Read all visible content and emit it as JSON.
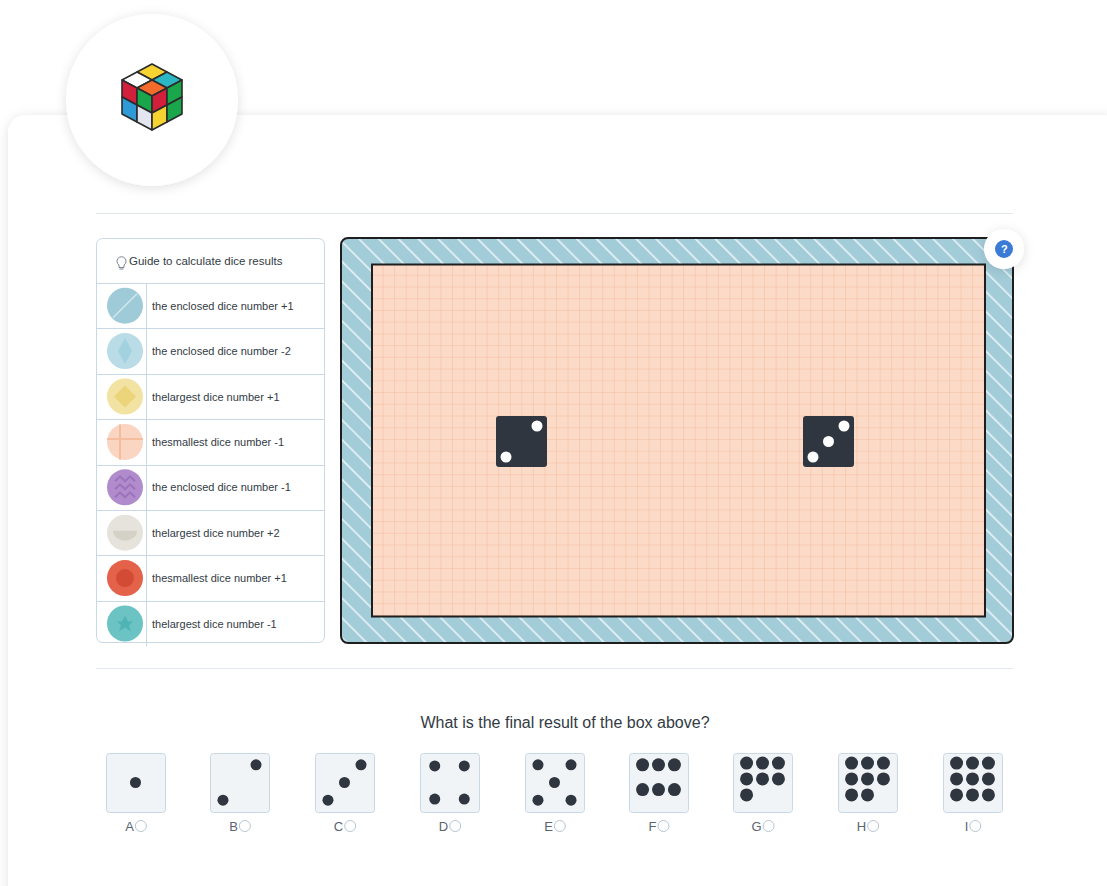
{
  "diagram": {
    "caption": "What is the final result of the box above?",
    "labels": [
      "Guide to calculate dice results",
      "?",
      "A",
      "B",
      "C",
      "D",
      "E",
      "F",
      "G",
      "H",
      "I"
    ],
    "legend": [
      {
        "text": "the enclosed dice number +1",
        "color": "#9fcbd8"
      },
      {
        "text": "the enclosed dice number -2",
        "color": "#b9dce6"
      },
      {
        "text": "thelargest dice number +1",
        "color": "#f3e3a3"
      },
      {
        "text": "thesmallest dice number -1",
        "color": "#f9d5c2"
      },
      {
        "text": "the enclosed dice number -1",
        "color": "#b18ccc"
      },
      {
        "text": "thelargest dice number +2",
        "color": "#e5e3dc"
      },
      {
        "text": "thesmallest dice number +1",
        "color": "#e4614a"
      },
      {
        "text": "thelargest dice number -1",
        "color": "#6cc3c4"
      }
    ]
  }
}
